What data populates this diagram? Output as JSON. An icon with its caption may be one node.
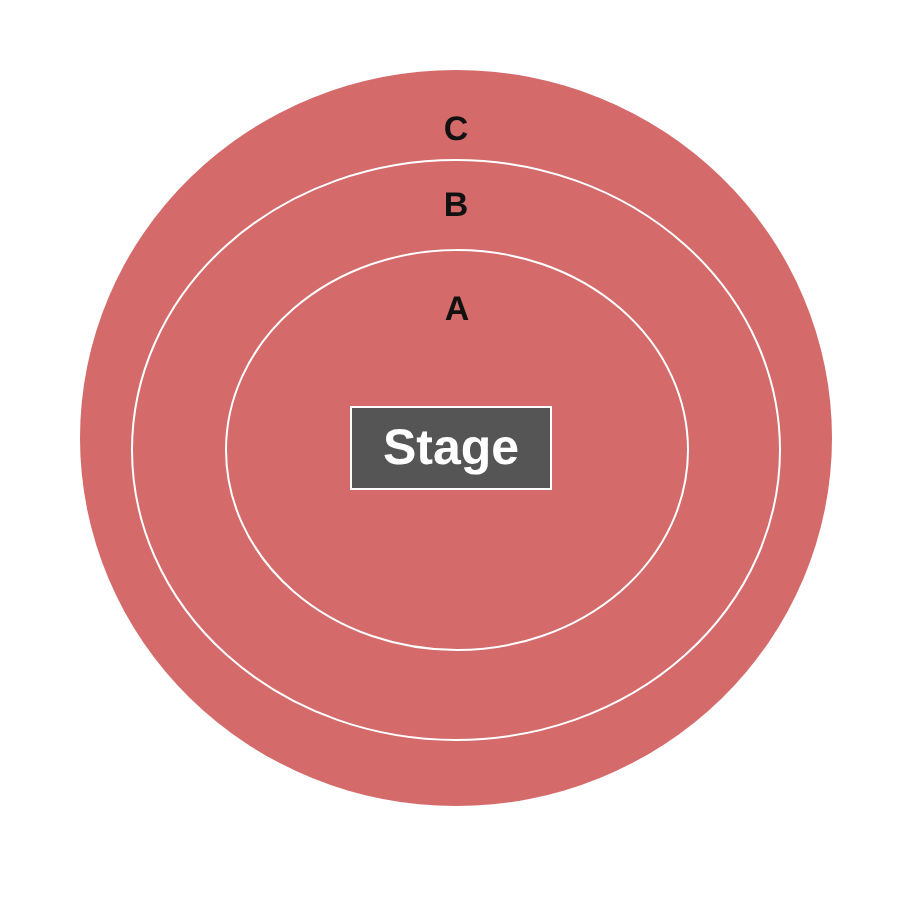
{
  "diagram": {
    "nodes": [
      {
        "text": [
          "C"
        ]
      },
      {
        "text": [
          "B"
        ],
        "in": 0
      },
      {
        "text": [
          "A"
        ],
        "in": 1
      },
      {
        "text": [
          "Stage"
        ],
        "in": 2
      }
    ]
  }
}
